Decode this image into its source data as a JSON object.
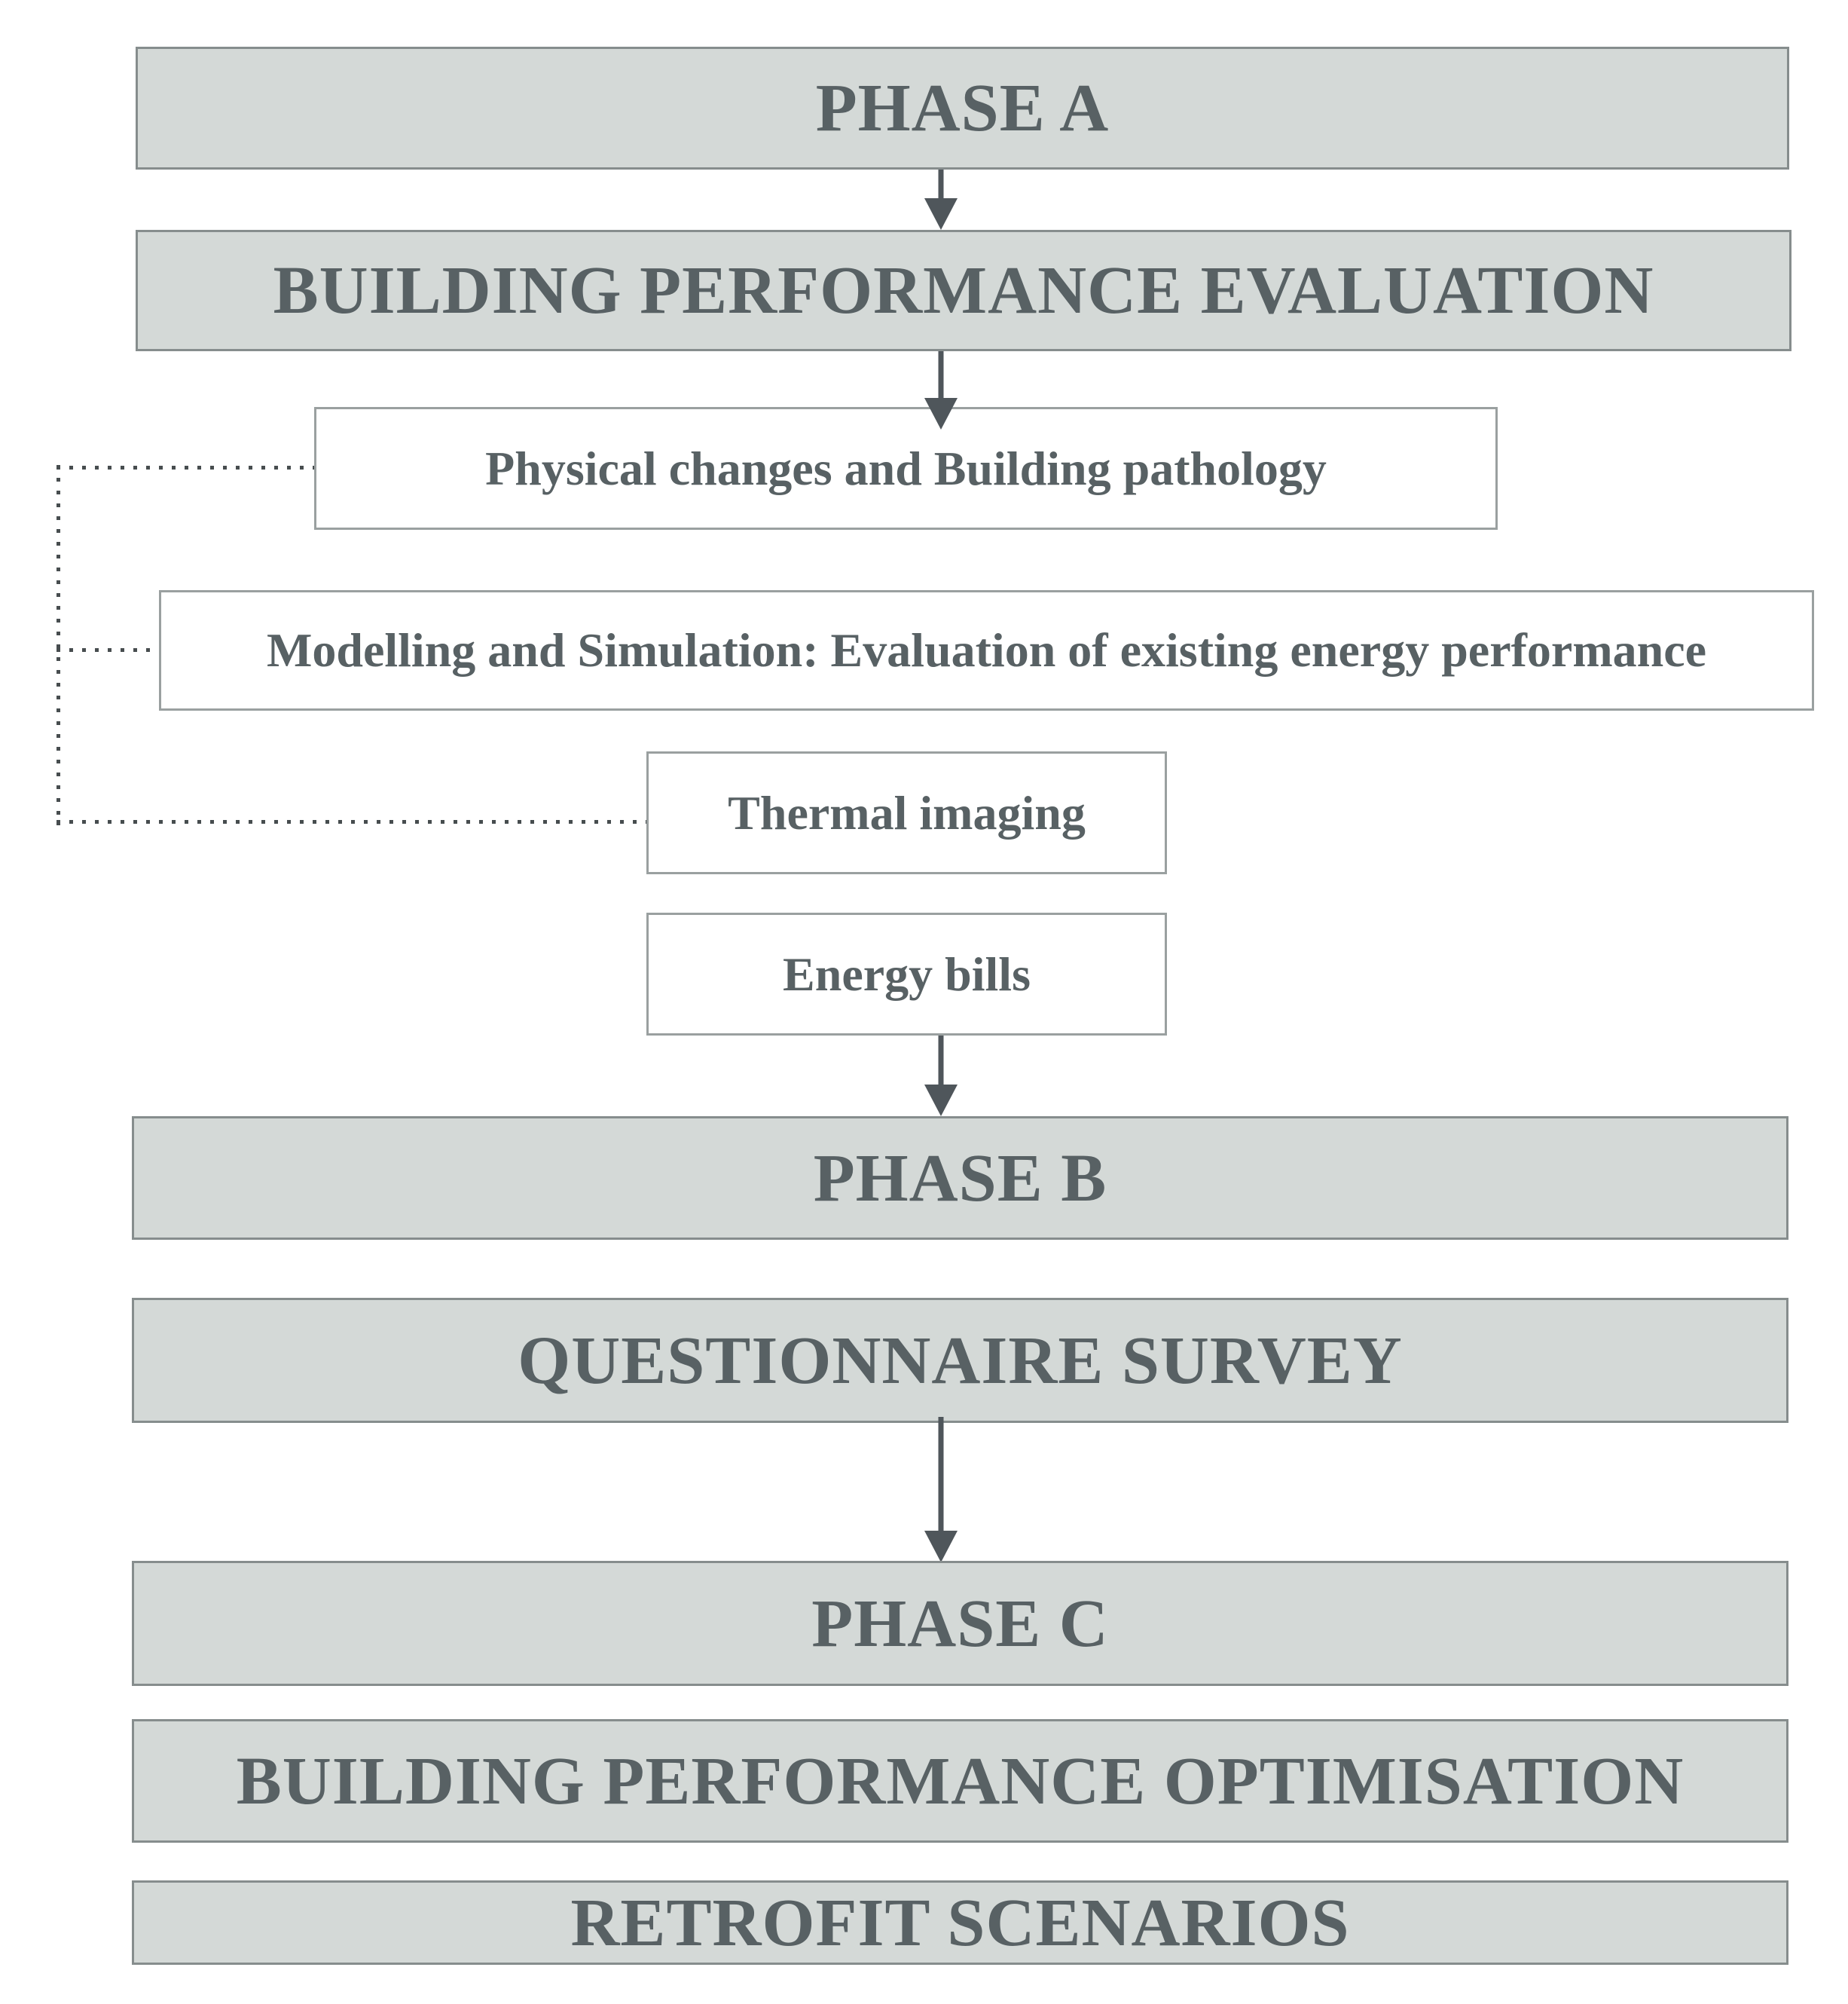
{
  "diagram": {
    "title": "Building performance evaluation methodology flowchart",
    "colors": {
      "background": "#ffffff",
      "phase_box_fill": "#d4d9d7",
      "phase_box_border": "#868d8d",
      "task_box_fill": "#ffffff",
      "task_box_border": "#9aa0a0",
      "text": "#586164",
      "arrow": "#4f565b",
      "dotted_connector": "#474d4f"
    },
    "nodes": [
      {
        "id": "phase-a",
        "label": "PHASE A",
        "type": "phase"
      },
      {
        "id": "bpe",
        "label": "BUILDING PERFORMANCE EVALUATION",
        "type": "phase"
      },
      {
        "id": "physical",
        "label": "Physical changes and Building pathology",
        "type": "task"
      },
      {
        "id": "modelling",
        "label": "Modelling and Simulation: Evaluation of existing energy performance",
        "type": "task"
      },
      {
        "id": "thermal",
        "label": "Thermal imaging",
        "type": "task"
      },
      {
        "id": "energy",
        "label": "Energy bills",
        "type": "task"
      },
      {
        "id": "phase-b",
        "label": "PHASE B",
        "type": "phase"
      },
      {
        "id": "questionnaire",
        "label": "QUESTIONNAIRE SURVEY",
        "type": "phase"
      },
      {
        "id": "phase-c",
        "label": "PHASE C",
        "type": "phase"
      },
      {
        "id": "bpo",
        "label": "BUILDING PERFORMANCE OPTIMISATION",
        "type": "phase"
      },
      {
        "id": "retrofit",
        "label": "RETROFIT SCENARIOS",
        "type": "phase"
      }
    ],
    "solid_arrows": [
      {
        "from": "phase-a",
        "to": "bpe"
      },
      {
        "from": "bpe",
        "to": "physical"
      },
      {
        "from": "energy",
        "to": "phase-b"
      },
      {
        "from": "questionnaire",
        "to": "phase-c"
      }
    ],
    "dotted_links": [
      {
        "to": "physical"
      },
      {
        "to": "modelling"
      },
      {
        "to": "thermal"
      }
    ]
  }
}
